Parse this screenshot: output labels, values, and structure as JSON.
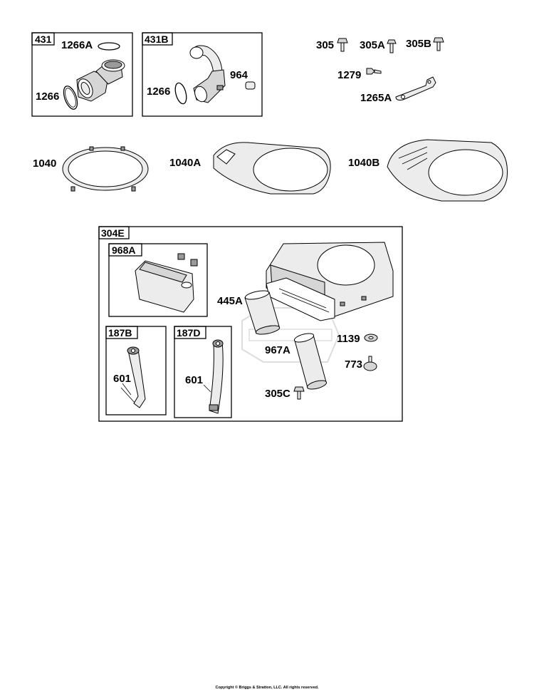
{
  "diagram": {
    "groups": {
      "g431": "431",
      "g431b": "431B",
      "g304e": "304E",
      "g968a": "968A",
      "g187b": "187B",
      "g187d": "187D"
    },
    "labels": {
      "p1266a": "1266A",
      "p1266_left": "1266",
      "p1266_mid": "1266",
      "p964": "964",
      "p305": "305",
      "p305a": "305A",
      "p305b": "305B",
      "p1279": "1279",
      "p1265a": "1265A",
      "p1040": "1040",
      "p1040a": "1040A",
      "p1040b": "1040B",
      "p445a": "445A",
      "p1139": "1139",
      "p967a": "967A",
      "p773": "773",
      "p305c": "305C",
      "p601_b": "601",
      "p601_d": "601"
    },
    "copyright": "Copyright © Briggs & Stratton, LLC. All rights reserved."
  }
}
